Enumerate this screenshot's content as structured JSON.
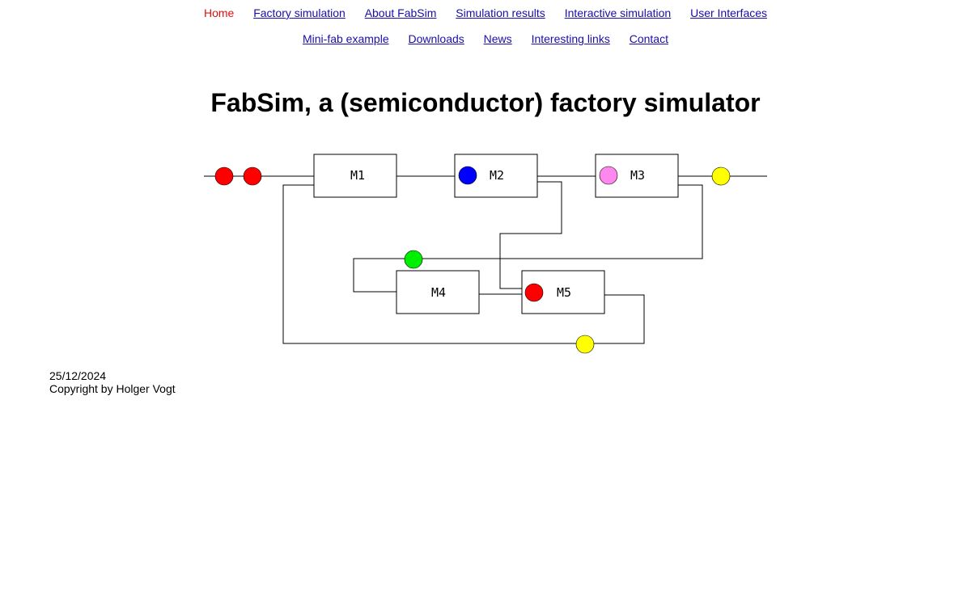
{
  "nav": {
    "row1": [
      {
        "label": "Home",
        "current": true
      },
      {
        "label": "Factory simulation"
      },
      {
        "label": "About FabSim"
      },
      {
        "label": "Simulation results"
      },
      {
        "label": "Interactive simulation"
      },
      {
        "label": "User Interfaces"
      }
    ],
    "row2": [
      {
        "label": "Mini-fab example"
      },
      {
        "label": "Downloads"
      },
      {
        "label": "News"
      },
      {
        "label": "Interesting links"
      },
      {
        "label": "Contact"
      }
    ]
  },
  "page_title": "FabSim, a (semiconductor) factory simulator",
  "diagram": {
    "machines": [
      "M1",
      "M2",
      "M3",
      "M4",
      "M5"
    ],
    "lot_colors": {
      "red": "#ff0000",
      "blue": "#0000ff",
      "pink": "#ff88ee",
      "yellow": "#ffff00",
      "green": "#00ee00"
    }
  },
  "footer": {
    "date": "25/12/2024",
    "copyright": "Copyright by Holger Vogt"
  },
  "colors": {
    "link": "#1a0dab",
    "current_link": "#e01010"
  }
}
